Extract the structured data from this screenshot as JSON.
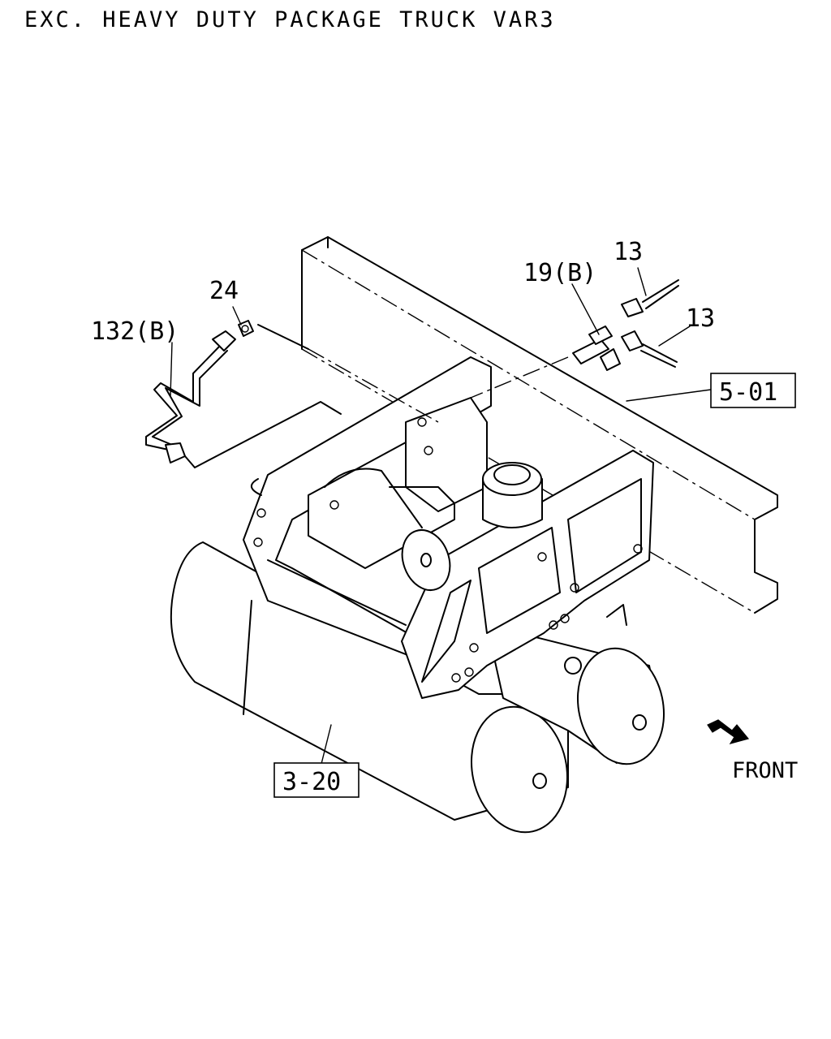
{
  "header": {
    "title": "EXC. HEAVY DUTY PACKAGE TRUCK VAR3"
  },
  "labels": {
    "p132b": "132(B)",
    "p24": "24",
    "p19b": "19(B)",
    "p13a": "13",
    "p13b": "13",
    "ref501": "5-01",
    "ref320": "3-20",
    "front": "FRONT"
  }
}
